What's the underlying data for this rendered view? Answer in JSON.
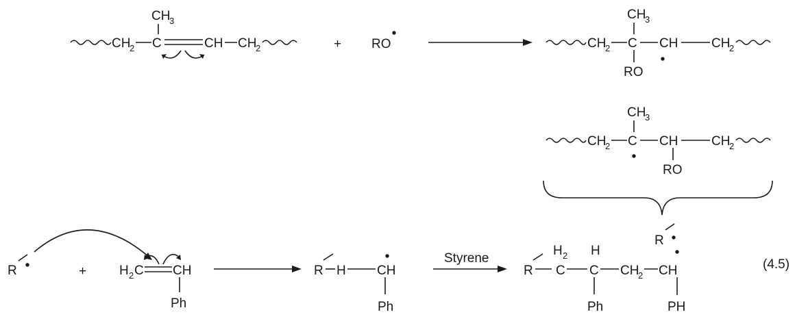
{
  "reaction1": {
    "reactant": {
      "ch2_left": "CH",
      "sub2": "2",
      "c": "C",
      "methyl": "CH",
      "methyl_sub": "3",
      "ch": "CH",
      "ch2_right": "CH",
      "sub2r": "2"
    },
    "plus": "+",
    "radical": "RO",
    "product_a": {
      "ch2_left": "CH",
      "sub2": "2",
      "c": "C",
      "methyl": "CH",
      "methyl_sub": "3",
      "ch": "CH",
      "ch2_right": "CH",
      "sub2r": "2",
      "ro": "RO"
    },
    "product_b": {
      "ch2_left": "CH",
      "sub2": "2",
      "c": "C",
      "methyl": "CH",
      "methyl_sub": "3",
      "ch": "CH",
      "ch2_right": "CH",
      "sub2r": "2",
      "ro": "RO"
    },
    "brace_label": "R"
  },
  "reaction2": {
    "radical": "R",
    "plus": "+",
    "monomer": {
      "h2c": "H",
      "h2c_sub": "2",
      "h2c_c": "C",
      "ch": "CH",
      "ph": "Ph"
    },
    "intermediate": {
      "r": "R",
      "h": "H",
      "ch": "CH",
      "ph": "Ph"
    },
    "arrow_label": "Styrene",
    "product": {
      "r": "R",
      "h2": "H",
      "h2_sub": "2",
      "c1": "C",
      "h": "H",
      "c2": "C",
      "ch2": "CH",
      "ch2_sub": "2",
      "ch": "CH",
      "ph": "Ph",
      "ph_end": "PH"
    },
    "equation_number": "(4.5)"
  }
}
